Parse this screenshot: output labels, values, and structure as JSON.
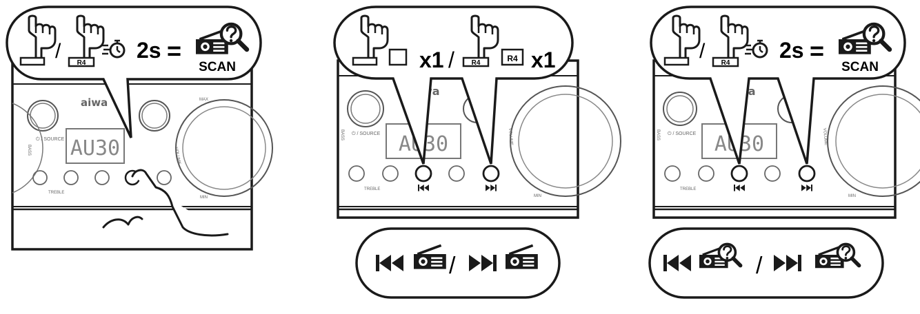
{
  "panels": [
    {
      "id": "p1",
      "bubble": {
        "duration": "2s",
        "equals": "=",
        "separator": "/",
        "button_label": "R4",
        "scan_label": "SCAN"
      },
      "device": {
        "brand": "aiwa",
        "display": "AU30",
        "source_label": "⏻ / SOURCE",
        "bass_label": "BASS",
        "treble_label": "TREBLE",
        "volume_label": "VOLUME",
        "max_label": "MAX",
        "min_label": "MIN"
      },
      "result": null
    },
    {
      "id": "p2",
      "bubble": {
        "count_prev": "x1",
        "separator": "/",
        "button_label": "R4",
        "key_label": "R4",
        "count_next": "x1"
      },
      "device": {
        "brand": "wa",
        "display": "AU30",
        "source_label": "⏻ / SOURCE",
        "bass_label": "BASS",
        "treble_label": "TREBLE",
        "volume_label": "VOLUME",
        "min_label": "MIN"
      },
      "result": {
        "separator": "/",
        "mode": "manual"
      }
    },
    {
      "id": "p3",
      "bubble": {
        "duration": "2s",
        "equals": "=",
        "separator": "/",
        "button_label": "R4",
        "scan_label": "SCAN"
      },
      "device": {
        "brand": "wa",
        "display": "AU30",
        "source_label": "⏻ / SOURCE",
        "bass_label": "BASS",
        "treble_label": "TREBLE",
        "volume_label": "VOLUME",
        "min_label": "MIN"
      },
      "result": {
        "separator": "/",
        "mode": "scan"
      }
    }
  ],
  "icons": [
    "hand-press-icon",
    "stopwatch-icon",
    "radio-icon",
    "magnifier-question-icon",
    "skip-back-icon",
    "skip-forward-icon",
    "play-pause-icon"
  ]
}
